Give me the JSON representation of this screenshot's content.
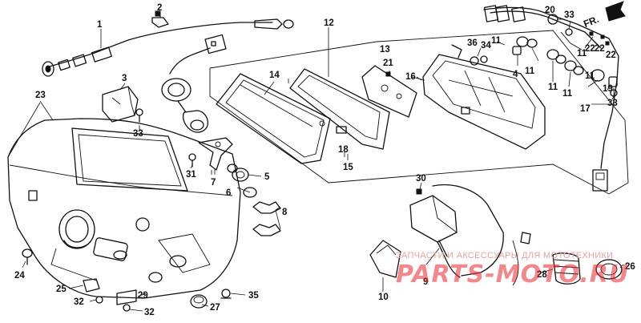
{
  "diagram": {
    "direction_label": "FR.",
    "part_numbers": [
      "1",
      "2",
      "3",
      "4",
      "5",
      "6",
      "7",
      "8",
      "9",
      "10",
      "11",
      "12",
      "13",
      "14",
      "15",
      "16",
      "17",
      "18",
      "19",
      "20",
      "21",
      "22",
      "23",
      "24",
      "25",
      "26",
      "27",
      "28",
      "29",
      "30",
      "31",
      "32",
      "33",
      "34",
      "35",
      "36"
    ]
  },
  "watermark": {
    "caption": "ЗАПЧАСТИ И АКСЕССУАРЫ ДЛЯ МОТОТЕХНИКИ",
    "brand": "PARTS-MOTO.RU",
    "brand_color": "#e8262b"
  }
}
